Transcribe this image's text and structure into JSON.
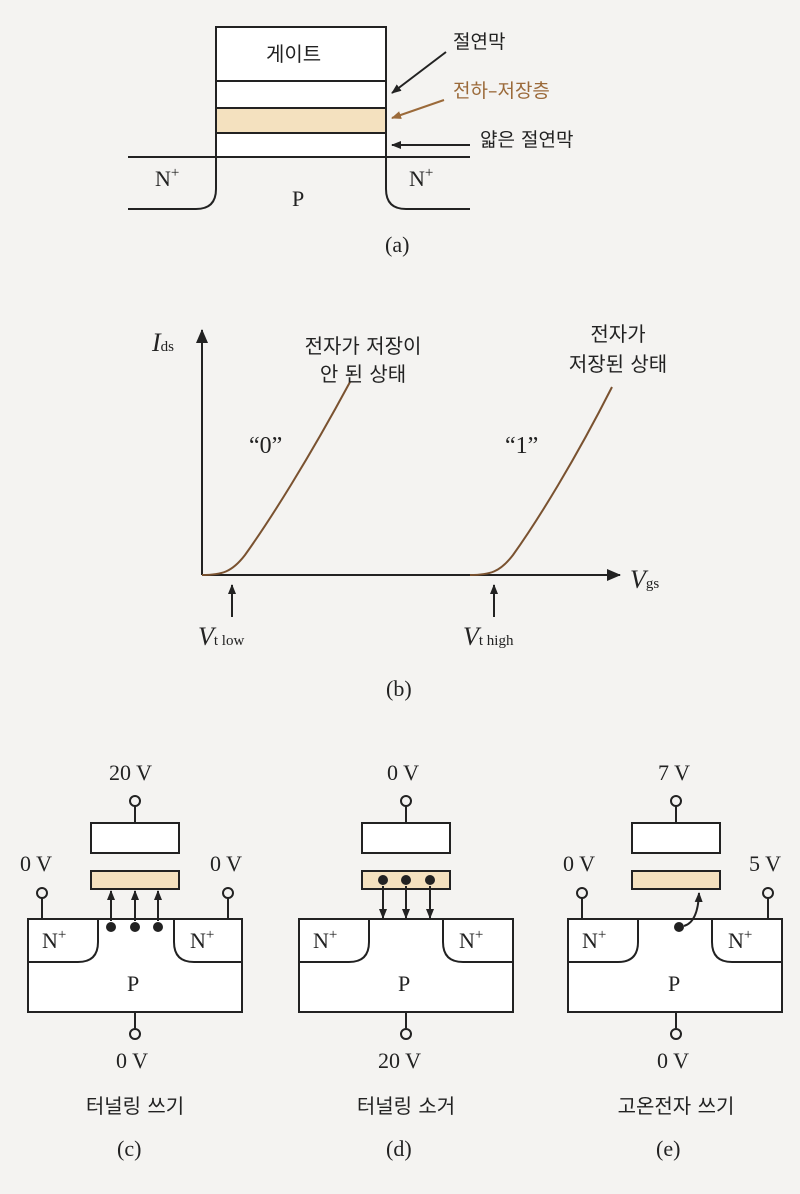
{
  "a": {
    "gate": "게이트",
    "insulator": "절연막",
    "charge_storage": "전하–저장층",
    "thin_insulator": "얇은 절연막",
    "n_plus": "N",
    "plus_sup": "+",
    "p": "P",
    "caption": "(a)"
  },
  "b": {
    "y_label_main": "I",
    "y_label_sub": "ds",
    "x_label_main": "V",
    "x_label_sub": "gs",
    "curve0_note_line1": "전자가 저장이",
    "curve0_note_line2": "안 된 상태",
    "curve1_note_line1": "전자가",
    "curve1_note_line2": "저장된 상태",
    "state0": "“0”",
    "state1": "“1”",
    "vt_low_main": "V",
    "vt_low_sub": "t low",
    "vt_high_main": "V",
    "vt_high_sub": "t high",
    "caption": "(b)"
  },
  "c": {
    "gate_voltage": "20 V",
    "source_voltage": "0 V",
    "drain_voltage": "0 V",
    "body_voltage": "0 V",
    "label": "터널링 쓰기",
    "caption": "(c)"
  },
  "d": {
    "gate_voltage": "0 V",
    "body_voltage": "20 V",
    "label": "터널링 소거",
    "caption": "(d)"
  },
  "e": {
    "gate_voltage": "7 V",
    "source_voltage": "0 V",
    "drain_voltage": "5 V",
    "body_voltage": "0 V",
    "label": "고온전자 쓰기",
    "caption": "(e)"
  },
  "colors": {
    "storage_fill": "#f4e1bf",
    "storage_arrow": "#9b6a3a",
    "curve": "#7a5230",
    "line": "#222222"
  }
}
